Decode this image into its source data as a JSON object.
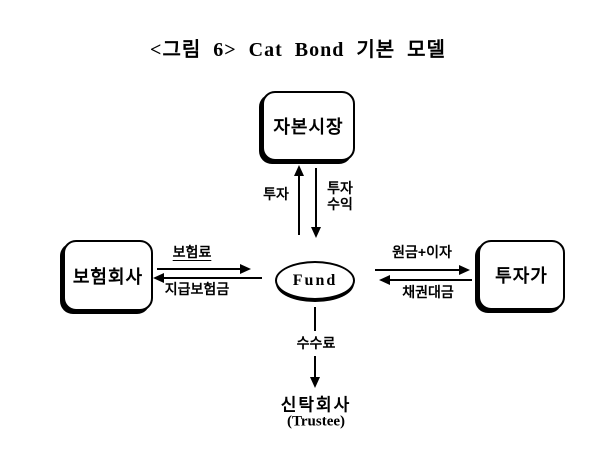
{
  "colors": {
    "background": "#ffffff",
    "ink": "#000000"
  },
  "title": "<그림 6> Cat Bond 기본 모델",
  "nodes": {
    "capital_market": {
      "label": "자본시장"
    },
    "insurance_company": {
      "label": "보험회사"
    },
    "investor": {
      "label": "투자가"
    },
    "fund": {
      "label": "Fund"
    },
    "trustee": {
      "label": "신탁회사",
      "sublabel": "(Trustee)"
    }
  },
  "flows": {
    "investment": {
      "label": "투자",
      "from": "fund",
      "to": "capital_market"
    },
    "investment_return": {
      "label": "투자\n수익",
      "from": "capital_market",
      "to": "fund"
    },
    "premium": {
      "label": "보험료",
      "from": "insurance_company",
      "to": "fund"
    },
    "claim_payment": {
      "label": "지급보험금",
      "from": "fund",
      "to": "insurance_company"
    },
    "principal_plus_interest": {
      "label": "원금+이자",
      "from": "fund",
      "to": "investor"
    },
    "bond_proceeds": {
      "label": "채권대금",
      "from": "investor",
      "to": "fund"
    },
    "fee": {
      "label": "수수료",
      "from": "fund",
      "to": "trustee"
    }
  }
}
